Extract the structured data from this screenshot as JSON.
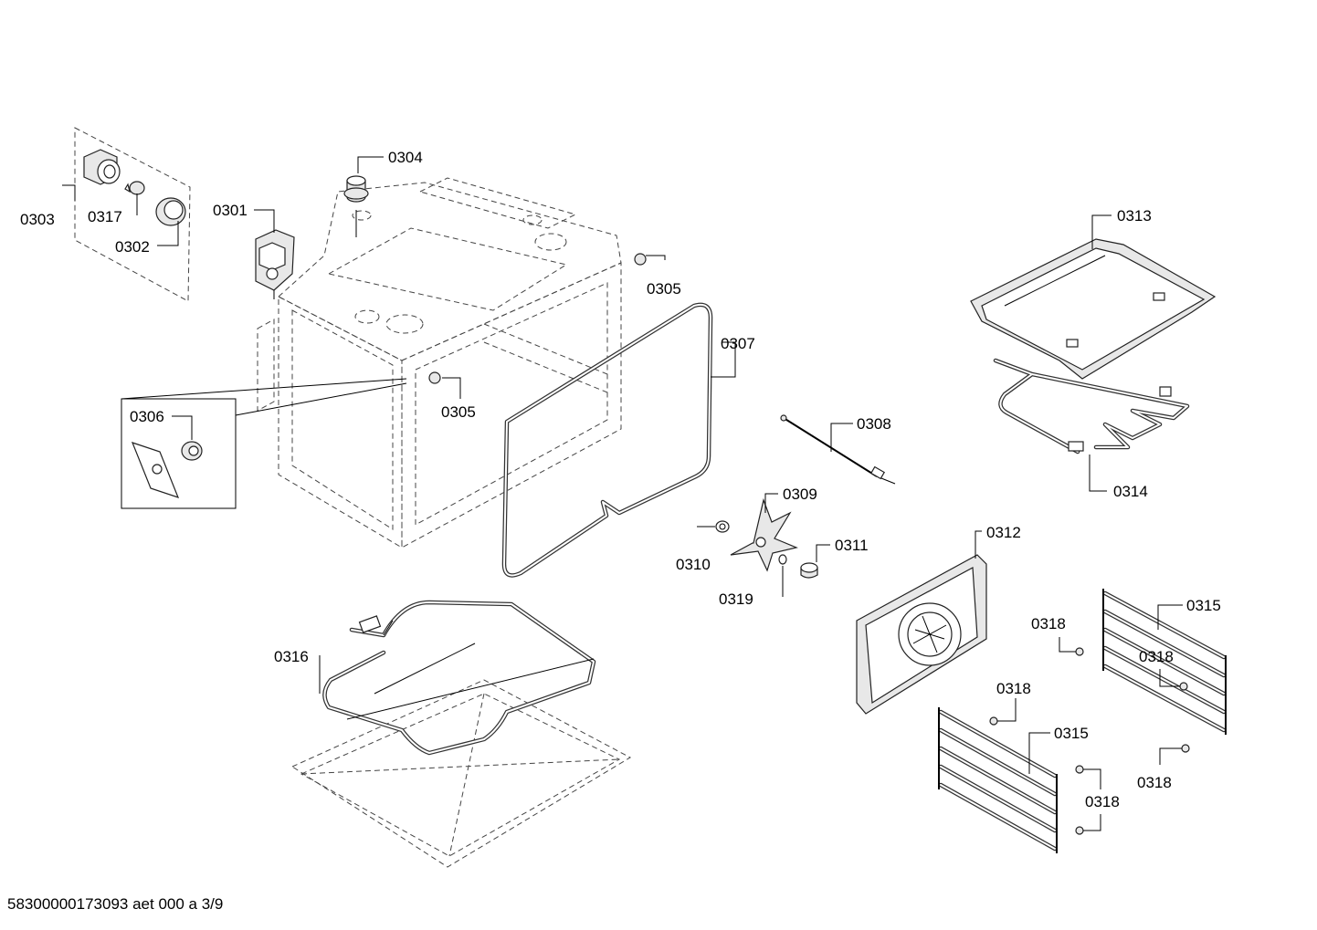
{
  "labels": {
    "p0301": "0301",
    "p0302": "0302",
    "p0303": "0303",
    "p0304": "0304",
    "p0305a": "0305",
    "p0305b": "0305",
    "p0306": "0306",
    "p0307": "0307",
    "p0308": "0308",
    "p0309": "0309",
    "p0310": "0310",
    "p0311": "0311",
    "p0312": "0312",
    "p0313": "0313",
    "p0314": "0314",
    "p0315a": "0315",
    "p0315b": "0315",
    "p0316": "0316",
    "p0317": "0317",
    "p0318a": "0318",
    "p0318b": "0318",
    "p0318c": "0318",
    "p0318d": "0318",
    "p0318e": "0318",
    "p0319": "0319"
  },
  "footer": "58300000173093 aet 000 a 3/9"
}
